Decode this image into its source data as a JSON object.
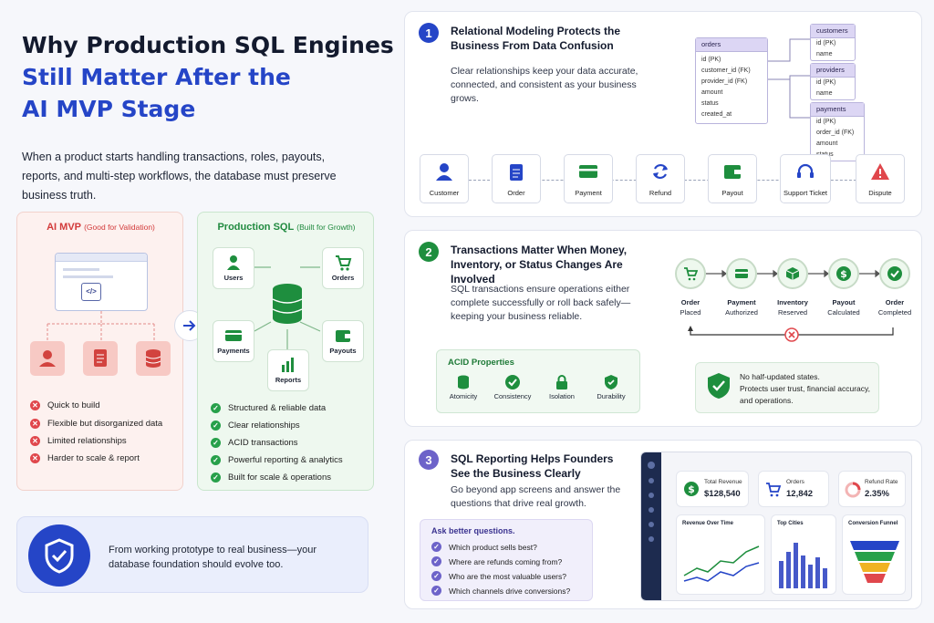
{
  "header": {
    "title_line1": "Why Production SQL Engines",
    "title_line2": "Still Matter After the",
    "title_line3": "AI MVP Stage",
    "intro": "When a product starts handling transactions, roles, payouts, reports, and multi-step workflows, the database must preserve business truth."
  },
  "mvp": {
    "title": "AI MVP",
    "subtitle": "(Good for Validation)",
    "items": [
      "Quick to build",
      "Flexible but disorganized data",
      "Limited relationships",
      "Harder to scale & report"
    ]
  },
  "prod": {
    "title": "Production SQL",
    "subtitle": "(Built for Growth)",
    "nodes": {
      "users": "Users",
      "orders": "Orders",
      "payments": "Payments",
      "payouts": "Payouts",
      "reports": "Reports"
    },
    "items": [
      "Structured & reliable data",
      "Clear relationships",
      "ACID transactions",
      "Powerful reporting & analytics",
      "Built for scale & operations"
    ]
  },
  "footer": {
    "text": "From working prototype to real business—your database foundation should evolve too."
  },
  "s1": {
    "num": "1",
    "title": "Relational Modeling Protects the Business From Data Confusion",
    "desc": "Clear relationships keep your data accurate, connected, and consistent as your business grows.",
    "orders_table": {
      "name": "orders",
      "fields": [
        "id (PK)",
        "customer_id (FK)",
        "provider_id (FK)",
        "amount",
        "status",
        "created_at"
      ]
    },
    "customers_table": {
      "name": "customers",
      "fields": [
        "id (PK)",
        "name"
      ]
    },
    "providers_table": {
      "name": "providers",
      "fields": [
        "id (PK)",
        "name"
      ]
    },
    "payments_table": {
      "name": "payments",
      "fields": [
        "id (PK)",
        "order_id (FK)",
        "amount",
        "status"
      ]
    },
    "entities": [
      "Customer",
      "Order",
      "Payment",
      "Refund",
      "Payout",
      "Support Ticket",
      "Dispute"
    ]
  },
  "s2": {
    "num": "2",
    "title": "Transactions Matter When Money, Inventory, or Status Changes Are Involved",
    "desc": "SQL transactions ensure operations either complete successfully or roll back safely—keeping your business reliable.",
    "flow": [
      {
        "l1": "Order",
        "l2": "Placed"
      },
      {
        "l1": "Payment",
        "l2": "Authorized"
      },
      {
        "l1": "Inventory",
        "l2": "Reserved"
      },
      {
        "l1": "Payout",
        "l2": "Calculated"
      },
      {
        "l1": "Order",
        "l2": "Completed"
      }
    ],
    "acid_title": "ACID Properties",
    "acid": [
      "Atomicity",
      "Consistency",
      "Isolation",
      "Durability"
    ],
    "note_title": "No half-updated states.",
    "note_body": "Protects user trust, financial accuracy, and operations."
  },
  "s3": {
    "num": "3",
    "title": "SQL Reporting Helps Founders See the Business Clearly",
    "desc": "Go beyond app screens and answer the questions that drive real growth.",
    "ask_title": "Ask better questions.",
    "questions": [
      "Which product sells best?",
      "Where are refunds coming from?",
      "Who are the most valuable users?",
      "Which channels drive conversions?"
    ],
    "kpis": [
      {
        "label": "Total Revenue",
        "value": "$128,540"
      },
      {
        "label": "Orders",
        "value": "12,842"
      },
      {
        "label": "Refund Rate",
        "value": "2.35%"
      }
    ],
    "panels": [
      "Revenue Over Time",
      "Top Cities",
      "Conversion Funnel"
    ]
  },
  "colors": {
    "blue": "#2545c7",
    "red": "#e0474c",
    "green": "#27a04a",
    "purple": "#6d63c9"
  }
}
